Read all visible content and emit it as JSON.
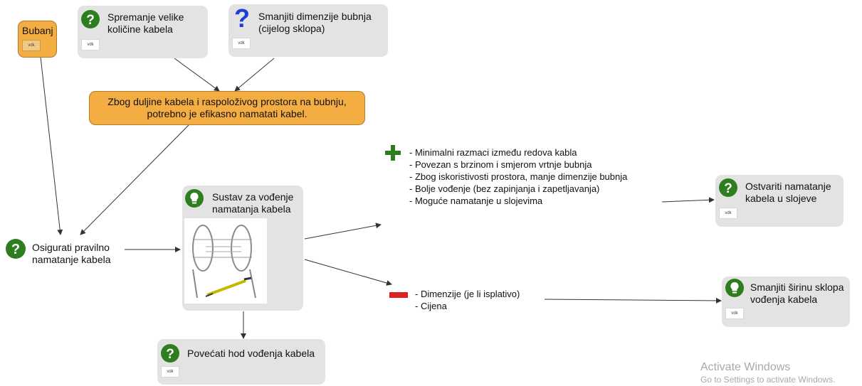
{
  "nodes": {
    "bubanj": {
      "label": "Bubanj",
      "tag": "vdk"
    },
    "spremanje": {
      "label": "Spremanje velike količine kabela",
      "tag": "vdk",
      "icon": "question-icon"
    },
    "smanjiti_dim": {
      "label": "Smanjiti dimenzije bubnja (cijelog sklopa)",
      "tag": "vdk",
      "icon": "blue-question-icon"
    },
    "zbog": {
      "label_line1": "Zbog duljine kabela i raspoloživog prostora na bubnju,",
      "label_line2": "potrebno je efikasno namatati kabel."
    },
    "osigurati": {
      "label": "Osigurati pravilno namatanje kabela",
      "icon": "question-icon"
    },
    "sustav": {
      "label": "Sustav za vođenje namatanja kabela",
      "icon": "lightbulb-icon",
      "image": "cable-reel-image"
    },
    "povecati": {
      "label": "Povećati hod vođenja kabela",
      "tag": "vdk",
      "icon": "question-icon"
    },
    "ostvariti": {
      "label": "Ostvariti namatanje kabela u slojeve",
      "tag": "vdk",
      "icon": "question-icon"
    },
    "smanjiti_sirinu": {
      "label": "Smanjiti širinu sklopa vođenja kabela",
      "tag": "vdk",
      "icon": "lightbulb-icon"
    }
  },
  "pros": {
    "icon": "plus-icon",
    "items": [
      "- Minimalni razmaci između redova kabla",
      "- Povezan s brzinom i smjerom vrtnje bubnja",
      "- Zbog iskoristivosti prostora, manje dimenzije bubnja",
      "- Bolje vođenje (bez zapinjanja i zapetljavanja)",
      "- Moguće namatanje u slojevima"
    ]
  },
  "cons": {
    "icon": "minus-icon",
    "items": [
      "- Dimenzije (je li isplativo)",
      "- Cijena"
    ]
  },
  "watermark": {
    "line1": "Activate Windows",
    "line2": "Go to Settings to activate Windows."
  },
  "colors": {
    "node_bg": "#e3e3e3",
    "orange": "#f4ad42",
    "green": "#2e7d1e",
    "blue": "#1a3fd6",
    "red": "#e02020"
  }
}
